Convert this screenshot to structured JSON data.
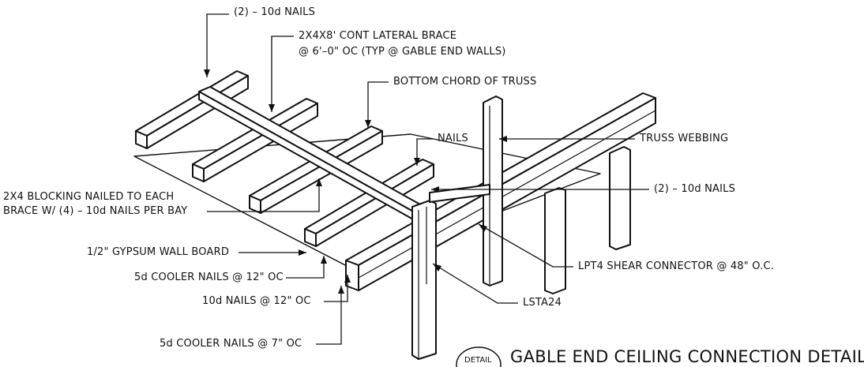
{
  "labels": {
    "nails_top": "(2) – 10d NAILS",
    "lateral_brace_1": "2X4X8' CONT LATERAL BRACE",
    "lateral_brace_2": "@ 6'–0\" OC (TYP @ GABLE END WALLS)",
    "bottom_chord": "BOTTOM CHORD OF TRUSS",
    "nails": "NAILS",
    "truss_webbing": "TRUSS WEBBING",
    "blocking_1": "2X4 BLOCKING NAILED TO EACH",
    "blocking_2": "BRACE W/ (4) – 10d NAILS PER BAY",
    "nails_right": "(2) – 10d NAILS",
    "gypsum": "1/2\" GYPSUM WALL BOARD",
    "cooler_12": "5d COOLER NAILS @ 12\" OC",
    "lpt4": "LPT4 SHEAR CONNECTOR @ 48\" O.C.",
    "nails_10d_12": "10d NAILS @ 12\" OC",
    "lsta24": "LSTA24",
    "cooler_7": "5d COOLER NAILS @ 7\" OC"
  },
  "title": {
    "bubble_text": "DETAIL",
    "text": "GABLE END CEILING CONNECTION DETAIL"
  },
  "colors": {
    "ink": "#111111",
    "paper": "#ffffff"
  }
}
